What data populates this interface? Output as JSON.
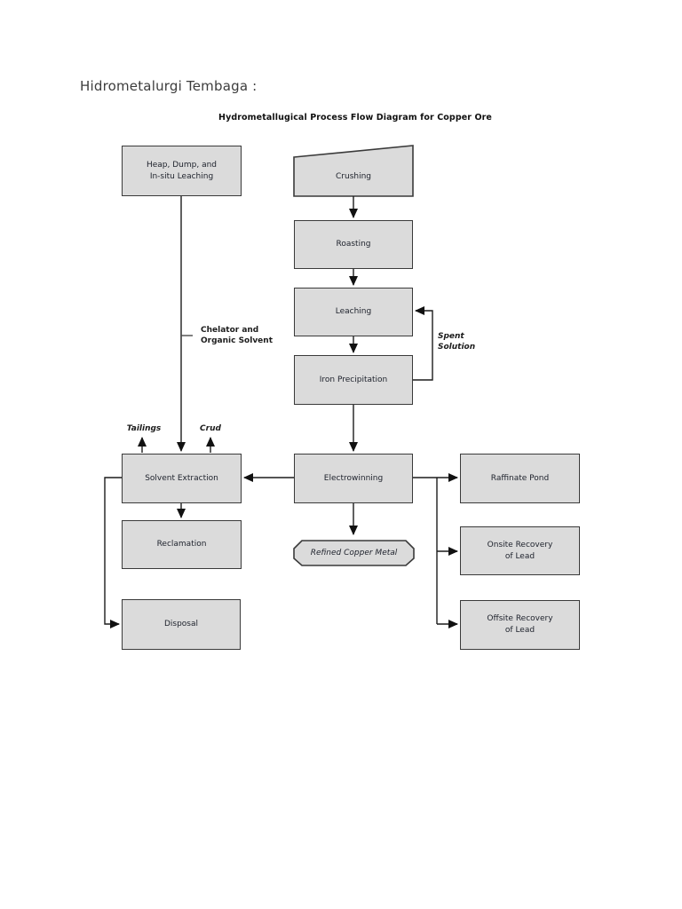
{
  "page": {
    "heading": "Hidrometalurgi Tembaga :"
  },
  "diagram": {
    "title": "Hydrometallugical Process Flow Diagram for Copper Ore",
    "nodes": {
      "heap": {
        "label": "Heap, Dump, and\nIn-situ Leaching"
      },
      "crushing": {
        "label": "Crushing"
      },
      "roasting": {
        "label": "Roasting"
      },
      "leaching": {
        "label": "Leaching"
      },
      "iron_precipitation": {
        "label": "Iron Precipitation"
      },
      "solvent_extraction": {
        "label": "Solvent Extraction"
      },
      "electrowinning": {
        "label": "Electrowinning"
      },
      "raffinate_pond": {
        "label": "Raffinate Pond"
      },
      "reclamation": {
        "label": "Reclamation"
      },
      "refined_copper_metal": {
        "label": "Refined Copper Metal"
      },
      "onsite_recovery": {
        "label": "Onsite Recovery\nof Lead"
      },
      "offsite_recovery": {
        "label": "Offsite Recovery\nof Lead"
      },
      "disposal": {
        "label": "Disposal"
      }
    },
    "annotations": {
      "chelator": "Chelator and\nOrganic Solvent",
      "tailings": "Tailings",
      "crud": "Crud",
      "spent_solution": "Spent\nSolution"
    },
    "colors": {
      "node_fill": "#dbdbdb",
      "node_border": "#3a3a3a",
      "line": "#1c1c1c"
    }
  }
}
